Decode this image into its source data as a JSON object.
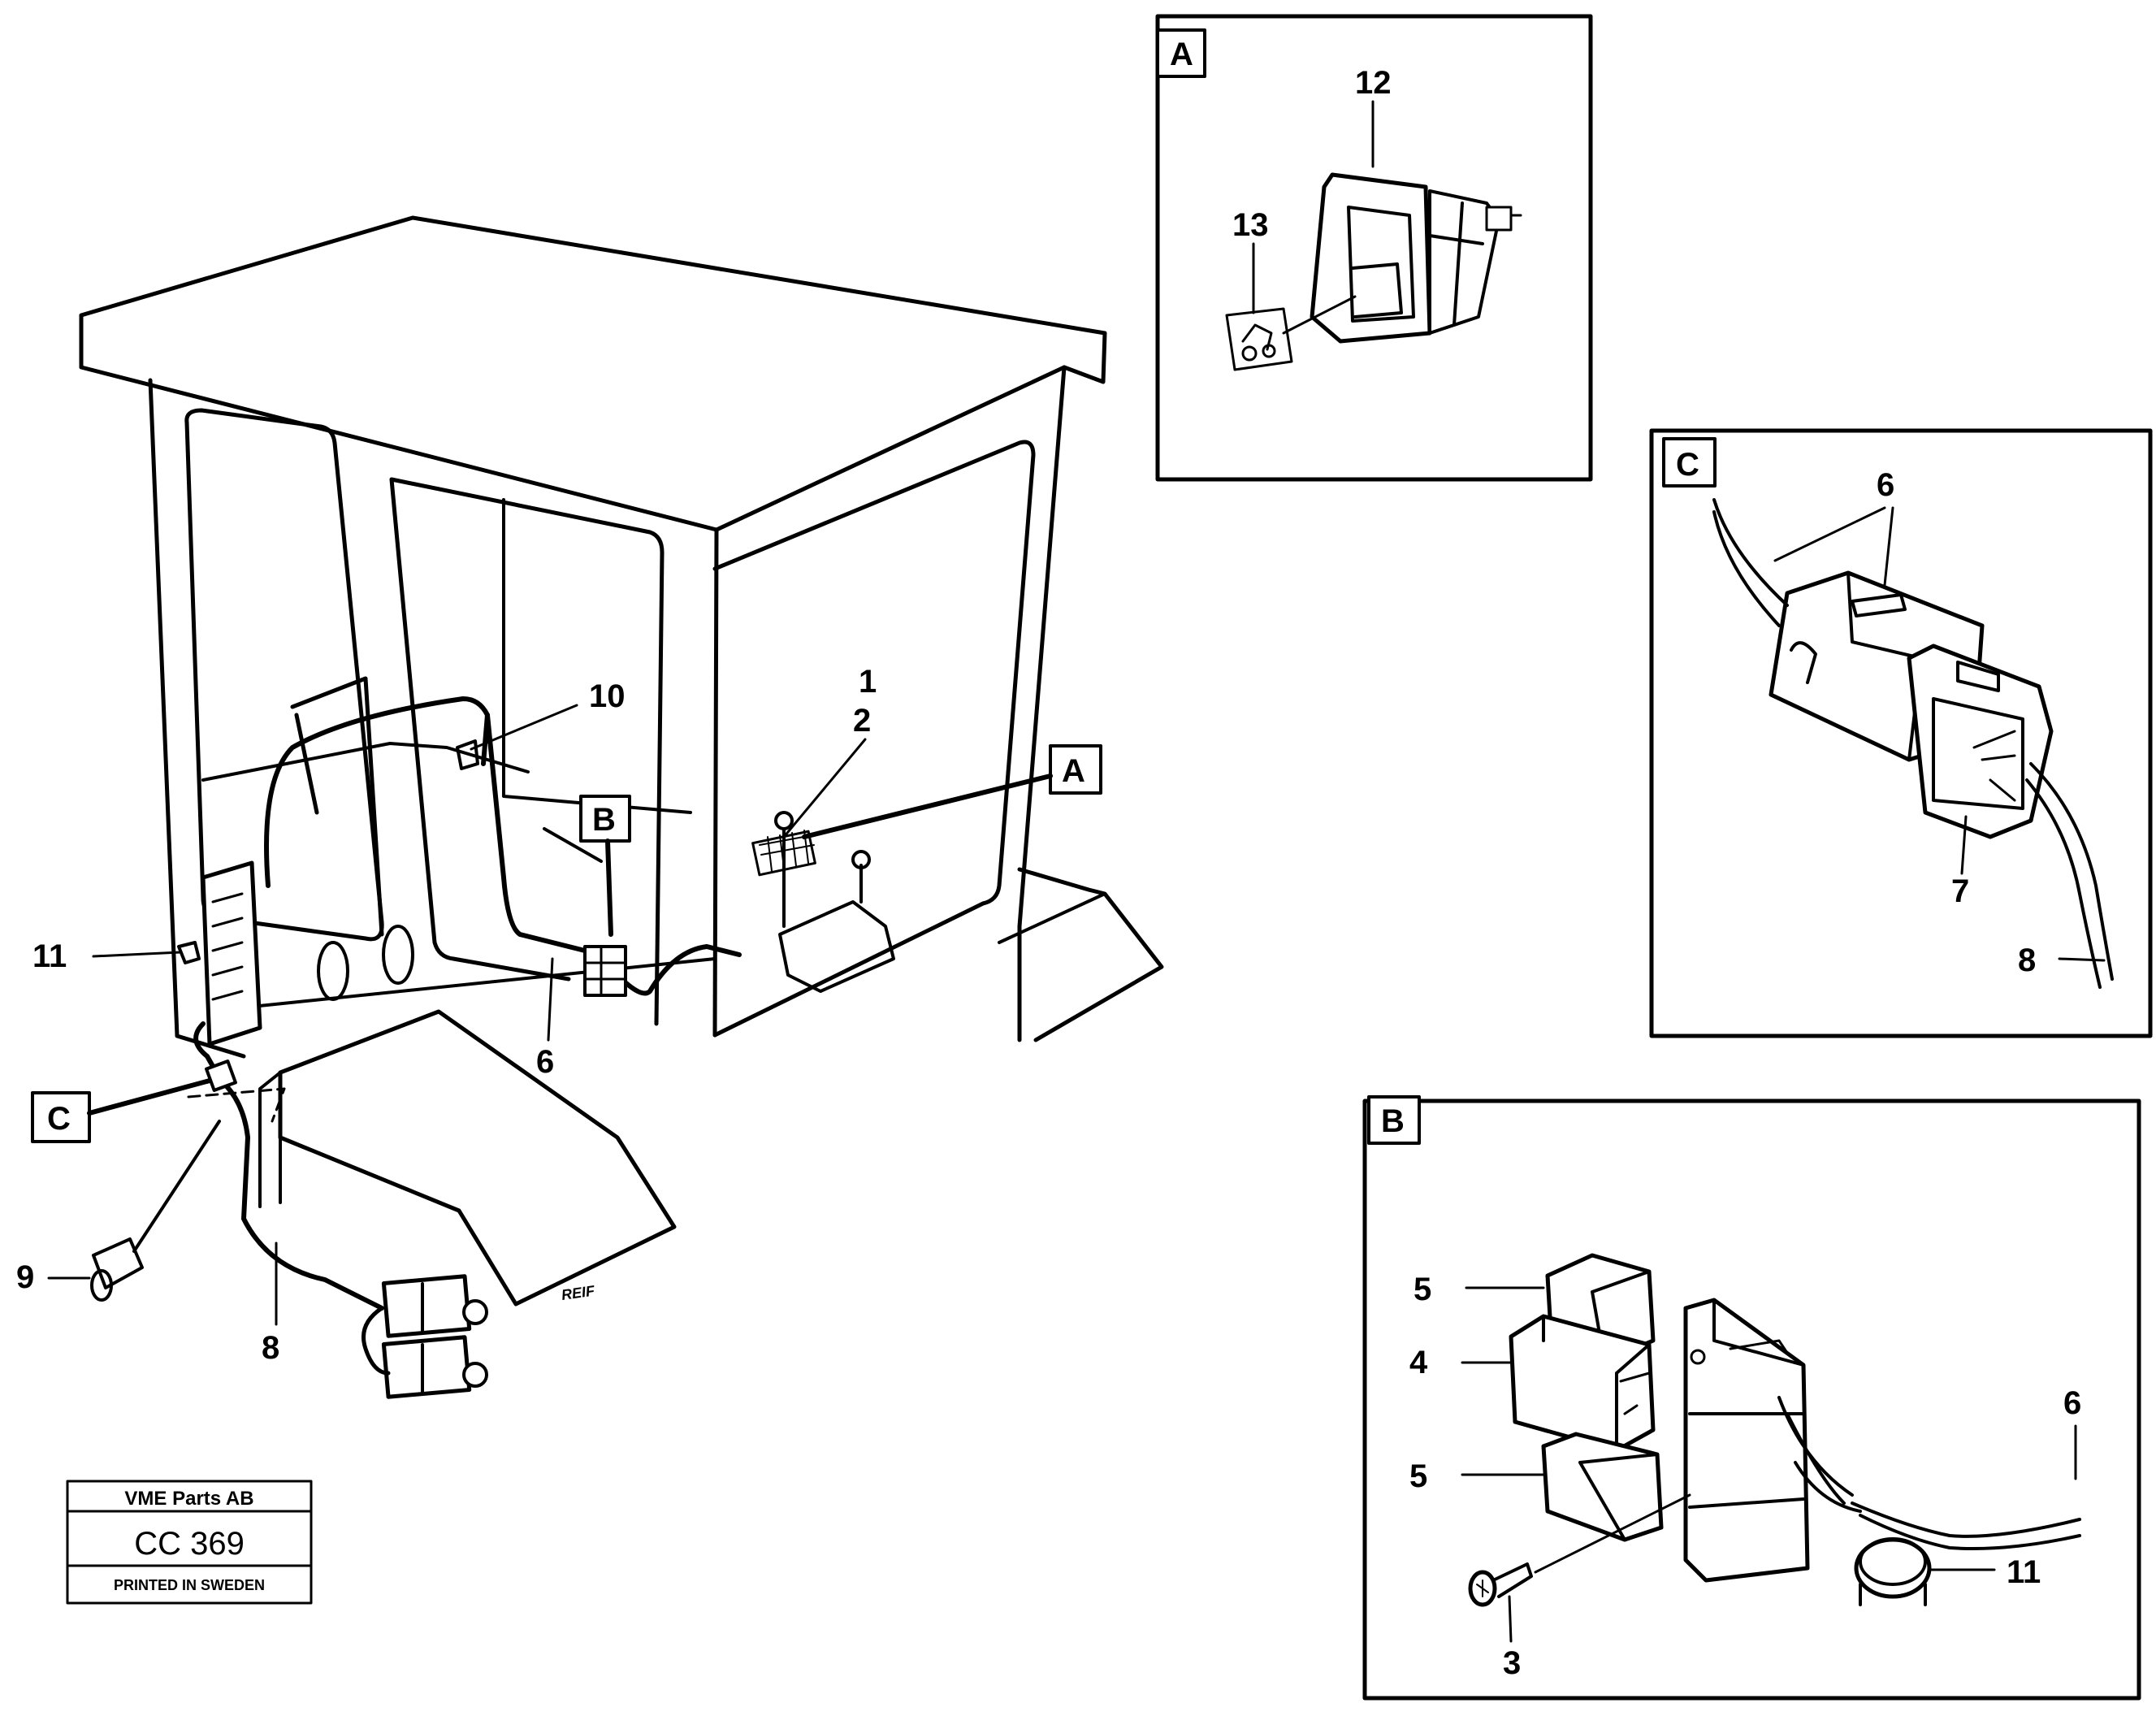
{
  "callouts": {
    "main": {
      "n1": "1",
      "n2": "2",
      "n6": "6",
      "n8": "8",
      "n9": "9",
      "n10": "10",
      "n11": "11",
      "ref_a": "A",
      "ref_b": "B",
      "ref_c": "C"
    },
    "detail_a": {
      "letter": "A",
      "n12": "12",
      "n13": "13"
    },
    "detail_c": {
      "letter": "C",
      "n6": "6",
      "n7": "7",
      "n8": "8"
    },
    "detail_b": {
      "letter": "B",
      "n5a": "5",
      "n4": "4",
      "n5b": "5",
      "n6": "6",
      "n11": "11",
      "n3": "3"
    }
  },
  "stamp": {
    "company": "VME Parts AB",
    "code": "CC 369",
    "printed": "PRINTED IN SWEDEN"
  },
  "drawing_mark": "REIF"
}
